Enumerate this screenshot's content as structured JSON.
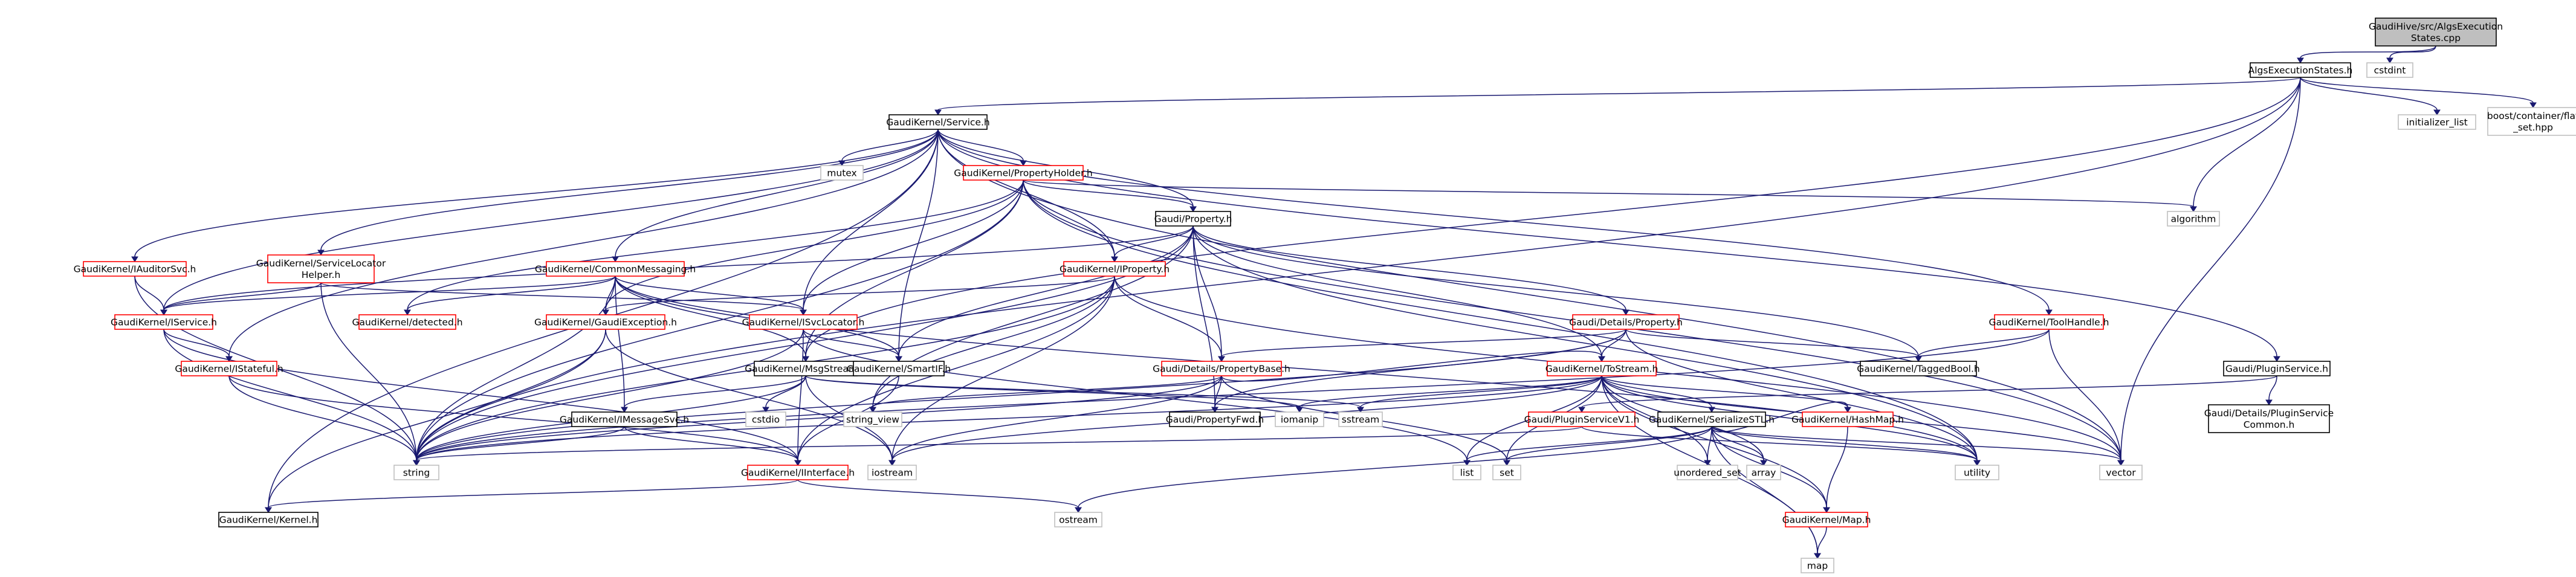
{
  "title": "GaudiHive/src/AlgsExecutionStates.cpp",
  "colors": {
    "root_fill": "#bfbfbf",
    "root_border": "#000000",
    "doc_border": "#000000",
    "undoc_border": "#ff0000",
    "sys_border": "#bfbfbf",
    "sys_text": "#7f7f7f",
    "edge": "#191970",
    "node_fill": "#ffffff"
  },
  "nodes": [
    {
      "id": "root",
      "kind": "root",
      "lines": [
        "GaudiHive/src/AlgsExecution",
        "States.cpp"
      ]
    },
    {
      "id": "aes_h",
      "kind": "doc",
      "lines": [
        "AlgsExecutionStates.h"
      ]
    },
    {
      "id": "cstdint",
      "kind": "sys",
      "lines": [
        "cstdint"
      ]
    },
    {
      "id": "service_h",
      "kind": "doc",
      "lines": [
        "GaudiKernel/Service.h"
      ]
    },
    {
      "id": "init_list",
      "kind": "sys",
      "lines": [
        "initializer_list"
      ]
    },
    {
      "id": "boost_flat",
      "kind": "sys",
      "lines": [
        "boost/container/flat",
        "_set.hpp"
      ]
    },
    {
      "id": "mutex",
      "kind": "sys",
      "lines": [
        "mutex"
      ]
    },
    {
      "id": "prop_holder",
      "kind": "undoc",
      "lines": [
        "GaudiKernel/PropertyHolder.h"
      ]
    },
    {
      "id": "algorithm",
      "kind": "sys",
      "lines": [
        "algorithm"
      ]
    },
    {
      "id": "gaudi_prop",
      "kind": "doc",
      "lines": [
        "Gaudi/Property.h"
      ]
    },
    {
      "id": "iauditor",
      "kind": "undoc",
      "lines": [
        "GaudiKernel/IAuditorSvc.h"
      ]
    },
    {
      "id": "svc_loc_helper",
      "kind": "undoc",
      "lines": [
        "GaudiKernel/ServiceLocator",
        "Helper.h"
      ]
    },
    {
      "id": "common_msg",
      "kind": "undoc",
      "lines": [
        "GaudiKernel/CommonMessaging.h"
      ]
    },
    {
      "id": "iproperty",
      "kind": "undoc",
      "lines": [
        "GaudiKernel/IProperty.h"
      ]
    },
    {
      "id": "details_prop",
      "kind": "undoc",
      "lines": [
        "Gaudi/Details/Property.h"
      ]
    },
    {
      "id": "toolhandle",
      "kind": "undoc",
      "lines": [
        "GaudiKernel/ToolHandle.h"
      ]
    },
    {
      "id": "plugin_service",
      "kind": "doc",
      "lines": [
        "Gaudi/PluginService.h"
      ]
    },
    {
      "id": "iservice",
      "kind": "undoc",
      "lines": [
        "GaudiKernel/IService.h"
      ]
    },
    {
      "id": "detected",
      "kind": "undoc",
      "lines": [
        "GaudiKernel/detected.h"
      ]
    },
    {
      "id": "gaudi_exc",
      "kind": "undoc",
      "lines": [
        "GaudiKernel/GaudiException.h"
      ]
    },
    {
      "id": "isvclocator",
      "kind": "undoc",
      "lines": [
        "GaudiKernel/ISvcLocator.h"
      ]
    },
    {
      "id": "taggedbool",
      "kind": "doc",
      "lines": [
        "GaudiKernel/TaggedBool.h"
      ]
    },
    {
      "id": "istateful",
      "kind": "undoc",
      "lines": [
        "GaudiKernel/IStateful.h"
      ]
    },
    {
      "id": "msgstream",
      "kind": "doc",
      "lines": [
        "GaudiKernel/MsgStream.h"
      ]
    },
    {
      "id": "smartif",
      "kind": "doc",
      "lines": [
        "GaudiKernel/SmartIF.h"
      ]
    },
    {
      "id": "prop_base",
      "kind": "undoc",
      "lines": [
        "Gaudi/Details/PropertyBase.h"
      ]
    },
    {
      "id": "tostream",
      "kind": "undoc",
      "lines": [
        "GaudiKernel/ToStream.h"
      ]
    },
    {
      "id": "plugin_common",
      "kind": "doc",
      "lines": [
        "Gaudi/Details/PluginService",
        "Common.h"
      ]
    },
    {
      "id": "cstdio",
      "kind": "sys",
      "lines": [
        "cstdio"
      ]
    },
    {
      "id": "string_view",
      "kind": "sys",
      "lines": [
        "string_view"
      ]
    },
    {
      "id": "prop_fwd",
      "kind": "doc",
      "lines": [
        "Gaudi/PropertyFwd.h"
      ]
    },
    {
      "id": "iomanip",
      "kind": "sys",
      "lines": [
        "iomanip"
      ]
    },
    {
      "id": "sstream",
      "kind": "sys",
      "lines": [
        "sstream"
      ]
    },
    {
      "id": "plugin_v1",
      "kind": "undoc",
      "lines": [
        "Gaudi/PluginServiceV1.h"
      ]
    },
    {
      "id": "serialize_stl",
      "kind": "doc",
      "lines": [
        "GaudiKernel/SerializeSTL.h"
      ]
    },
    {
      "id": "imsg_svc",
      "kind": "doc",
      "lines": [
        "GaudiKernel/IMessageSvc.h"
      ]
    },
    {
      "id": "string",
      "kind": "sys",
      "lines": [
        "string"
      ]
    },
    {
      "id": "interface",
      "kind": "undoc",
      "lines": [
        "GaudiKernel/IInterface.h"
      ]
    },
    {
      "id": "iostream",
      "kind": "sys",
      "lines": [
        "iostream"
      ]
    },
    {
      "id": "list",
      "kind": "sys",
      "lines": [
        "list"
      ]
    },
    {
      "id": "set",
      "kind": "sys",
      "lines": [
        "set"
      ]
    },
    {
      "id": "unordered_set",
      "kind": "sys",
      "lines": [
        "unordered_set"
      ]
    },
    {
      "id": "array",
      "kind": "sys",
      "lines": [
        "array"
      ]
    },
    {
      "id": "hashmap",
      "kind": "undoc",
      "lines": [
        "GaudiKernel/HashMap.h"
      ]
    },
    {
      "id": "utility",
      "kind": "sys",
      "lines": [
        "utility"
      ]
    },
    {
      "id": "vector",
      "kind": "sys",
      "lines": [
        "vector"
      ]
    },
    {
      "id": "kernel",
      "kind": "doc",
      "lines": [
        "GaudiKernel/Kernel.h"
      ]
    },
    {
      "id": "ostream",
      "kind": "sys",
      "lines": [
        "ostream"
      ]
    },
    {
      "id": "map_h",
      "kind": "undoc",
      "lines": [
        "GaudiKernel/Map.h"
      ]
    },
    {
      "id": "map",
      "kind": "sys",
      "lines": [
        "map"
      ]
    }
  ],
  "edges": [
    [
      "root",
      "aes_h"
    ],
    [
      "root",
      "cstdint"
    ],
    [
      "aes_h",
      "service_h"
    ],
    [
      "aes_h",
      "init_list"
    ],
    [
      "aes_h",
      "boost_flat"
    ],
    [
      "aes_h",
      "algorithm"
    ],
    [
      "aes_h",
      "vector"
    ],
    [
      "aes_h",
      "msgstream"
    ],
    [
      "aes_h",
      "string"
    ],
    [
      "service_h",
      "mutex"
    ],
    [
      "service_h",
      "prop_holder"
    ],
    [
      "service_h",
      "gaudi_prop"
    ],
    [
      "service_h",
      "iauditor"
    ],
    [
      "service_h",
      "svc_loc_helper"
    ],
    [
      "service_h",
      "common_msg"
    ],
    [
      "service_h",
      "iproperty"
    ],
    [
      "service_h",
      "toolhandle"
    ],
    [
      "service_h",
      "plugin_service"
    ],
    [
      "service_h",
      "iservice"
    ],
    [
      "service_h",
      "isvclocator"
    ],
    [
      "service_h",
      "istateful"
    ],
    [
      "service_h",
      "smartif"
    ],
    [
      "service_h",
      "vector"
    ],
    [
      "service_h",
      "kernel"
    ],
    [
      "prop_holder",
      "algorithm"
    ],
    [
      "prop_holder",
      "gaudi_prop"
    ],
    [
      "prop_holder",
      "iproperty"
    ],
    [
      "prop_holder",
      "detected"
    ],
    [
      "prop_holder",
      "isvclocator"
    ],
    [
      "prop_holder",
      "msgstream"
    ],
    [
      "prop_holder",
      "string"
    ],
    [
      "prop_holder",
      "utility"
    ],
    [
      "prop_holder",
      "vector"
    ],
    [
      "prop_holder",
      "gaudi_exc"
    ],
    [
      "gaudi_prop",
      "iproperty"
    ],
    [
      "gaudi_prop",
      "details_prop"
    ],
    [
      "gaudi_prop",
      "prop_base"
    ],
    [
      "gaudi_prop",
      "prop_fwd"
    ],
    [
      "gaudi_prop",
      "tostream"
    ],
    [
      "gaudi_prop",
      "taggedbool"
    ],
    [
      "gaudi_prop",
      "smartif"
    ],
    [
      "gaudi_prop",
      "iservice"
    ],
    [
      "gaudi_prop",
      "string"
    ],
    [
      "gaudi_prop",
      "string_view"
    ],
    [
      "gaudi_prop",
      "utility"
    ],
    [
      "iauditor",
      "iservice"
    ],
    [
      "iauditor",
      "string"
    ],
    [
      "svc_loc_helper",
      "iservice"
    ],
    [
      "svc_loc_helper",
      "isvclocator"
    ],
    [
      "svc_loc_helper",
      "string"
    ],
    [
      "common_msg",
      "iservice"
    ],
    [
      "common_msg",
      "detected"
    ],
    [
      "common_msg",
      "gaudi_exc"
    ],
    [
      "common_msg",
      "isvclocator"
    ],
    [
      "common_msg",
      "smartif"
    ],
    [
      "common_msg",
      "msgstream"
    ],
    [
      "common_msg",
      "imsg_svc"
    ],
    [
      "common_msg",
      "string"
    ],
    [
      "common_msg",
      "utility"
    ],
    [
      "iproperty",
      "prop_base"
    ],
    [
      "iproperty",
      "interface"
    ],
    [
      "iproperty",
      "string"
    ],
    [
      "iproperty",
      "vector"
    ],
    [
      "iproperty",
      "gaudi_exc"
    ],
    [
      "iproperty",
      "string_view"
    ],
    [
      "iproperty",
      "iostream"
    ],
    [
      "details_prop",
      "prop_base"
    ],
    [
      "details_prop",
      "tostream"
    ],
    [
      "details_prop",
      "taggedbool"
    ],
    [
      "details_prop",
      "string"
    ],
    [
      "details_prop",
      "utility"
    ],
    [
      "details_prop",
      "prop_fwd"
    ],
    [
      "toolhandle",
      "taggedbool"
    ],
    [
      "toolhandle",
      "vector"
    ],
    [
      "toolhandle",
      "string"
    ],
    [
      "plugin_service",
      "plugin_common"
    ],
    [
      "plugin_service",
      "plugin_v1"
    ],
    [
      "iservice",
      "istateful"
    ],
    [
      "iservice",
      "string"
    ],
    [
      "iservice",
      "interface"
    ],
    [
      "gaudi_exc",
      "string"
    ],
    [
      "gaudi_exc",
      "iostream"
    ],
    [
      "gaudi_exc",
      "kernel"
    ],
    [
      "isvclocator",
      "smartif"
    ],
    [
      "isvclocator",
      "interface"
    ],
    [
      "isvclocator",
      "string"
    ],
    [
      "isvclocator",
      "list"
    ],
    [
      "istateful",
      "interface"
    ],
    [
      "istateful",
      "string"
    ],
    [
      "msgstream",
      "imsg_svc"
    ],
    [
      "msgstream",
      "cstdio"
    ],
    [
      "msgstream",
      "iomanip"
    ],
    [
      "msgstream",
      "string"
    ],
    [
      "msgstream",
      "iostream"
    ],
    [
      "msgstream",
      "sstream"
    ],
    [
      "smartif",
      "interface"
    ],
    [
      "prop_base",
      "prop_fwd"
    ],
    [
      "prop_base",
      "tostream"
    ],
    [
      "prop_base",
      "string"
    ],
    [
      "prop_base",
      "string_view"
    ],
    [
      "prop_base",
      "iostream"
    ],
    [
      "prop_base",
      "set"
    ],
    [
      "tostream",
      "serialize_stl"
    ],
    [
      "tostream",
      "hashmap"
    ],
    [
      "tostream",
      "map_h"
    ],
    [
      "tostream",
      "iomanip"
    ],
    [
      "tostream",
      "sstream"
    ],
    [
      "tostream",
      "string"
    ],
    [
      "tostream",
      "list"
    ],
    [
      "tostream",
      "set"
    ],
    [
      "tostream",
      "array"
    ],
    [
      "tostream",
      "utility"
    ],
    [
      "tostream",
      "vector"
    ],
    [
      "tostream",
      "iostream"
    ],
    [
      "tostream",
      "map"
    ],
    [
      "tostream",
      "unordered_set"
    ],
    [
      "plugin_v1",
      "string"
    ],
    [
      "plugin_v1",
      "utility"
    ],
    [
      "serialize_stl",
      "hashmap"
    ],
    [
      "serialize_stl",
      "map_h"
    ],
    [
      "serialize_stl",
      "list"
    ],
    [
      "serialize_stl",
      "set"
    ],
    [
      "serialize_stl",
      "unordered_set"
    ],
    [
      "serialize_stl",
      "array"
    ],
    [
      "serialize_stl",
      "utility"
    ],
    [
      "serialize_stl",
      "vector"
    ],
    [
      "serialize_stl",
      "ostream"
    ],
    [
      "serialize_stl",
      "map"
    ],
    [
      "imsg_svc",
      "interface"
    ],
    [
      "imsg_svc",
      "string"
    ],
    [
      "interface",
      "kernel"
    ],
    [
      "interface",
      "ostream"
    ],
    [
      "hashmap",
      "map_h"
    ],
    [
      "map_h",
      "map"
    ]
  ]
}
